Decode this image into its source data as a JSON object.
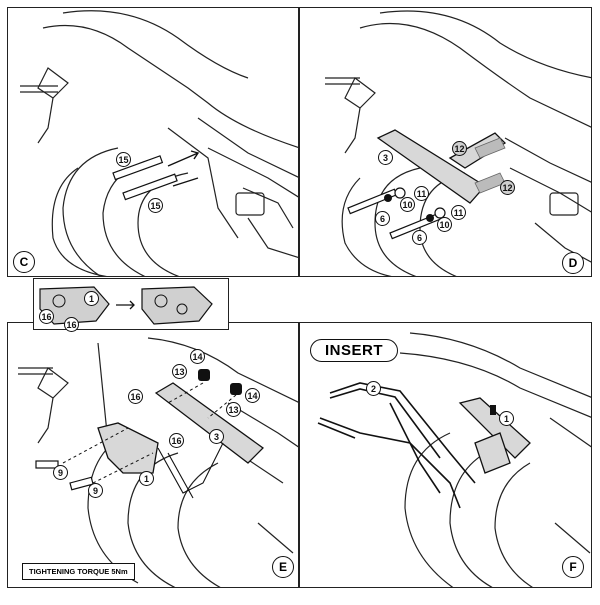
{
  "panels": {
    "c": {
      "letter": "C",
      "callouts": [
        "15",
        "15"
      ]
    },
    "d": {
      "letter": "D",
      "callouts": [
        "3",
        "12",
        "12",
        "11",
        "11",
        "10",
        "10",
        "6",
        "6"
      ]
    },
    "e": {
      "letter": "E",
      "callouts": [
        "14",
        "14",
        "13",
        "13",
        "16",
        "16",
        "3",
        "1",
        "9",
        "9"
      ],
      "inset_callouts": [
        "1",
        "16",
        "16"
      ],
      "torque": "TIGHTENING TORQUE 5Nm"
    },
    "f": {
      "letter": "F",
      "insert_label": "INSERT",
      "callouts": [
        "2",
        "1"
      ]
    }
  }
}
